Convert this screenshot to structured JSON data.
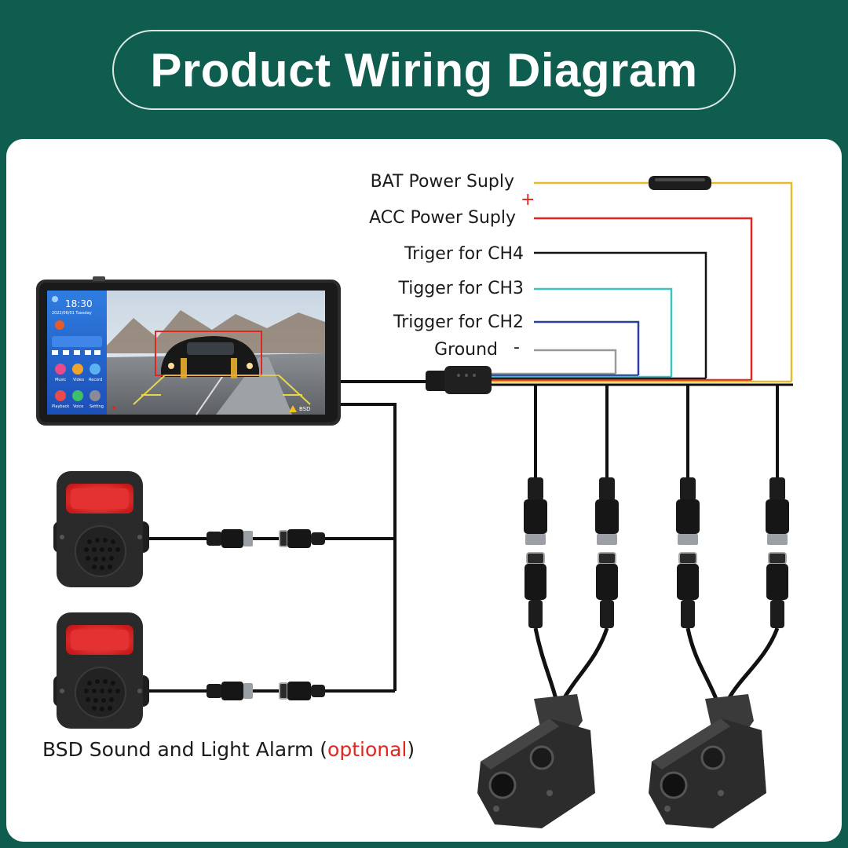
{
  "title": "Product Wiring Diagram",
  "wires": [
    {
      "label": "BAT Power Suply",
      "color": "#e8b92c"
    },
    {
      "label": "ACC Power Suply",
      "color": "#e0261f"
    },
    {
      "label": "Triger for CH4",
      "color": "#111111"
    },
    {
      "label": "Tigger for CH3",
      "color": "#3cc3c4"
    },
    {
      "label": "Trigger for CH2",
      "color": "#2b3f9e"
    },
    {
      "label": "Ground",
      "color": "#9a9a9a"
    }
  ],
  "signs": {
    "plus": "+",
    "minus": "-"
  },
  "monitor": {
    "time": "18:30",
    "date": "2022/06/01 Tuesday",
    "apps": [
      "Music",
      "Video",
      "Record",
      "Playback",
      "Voice",
      "Setting"
    ],
    "bsd": "BSD"
  },
  "alarm_caption": {
    "prefix": "BSD Sound and Light Alarm (",
    "optional": "optional",
    "suffix": ")"
  }
}
